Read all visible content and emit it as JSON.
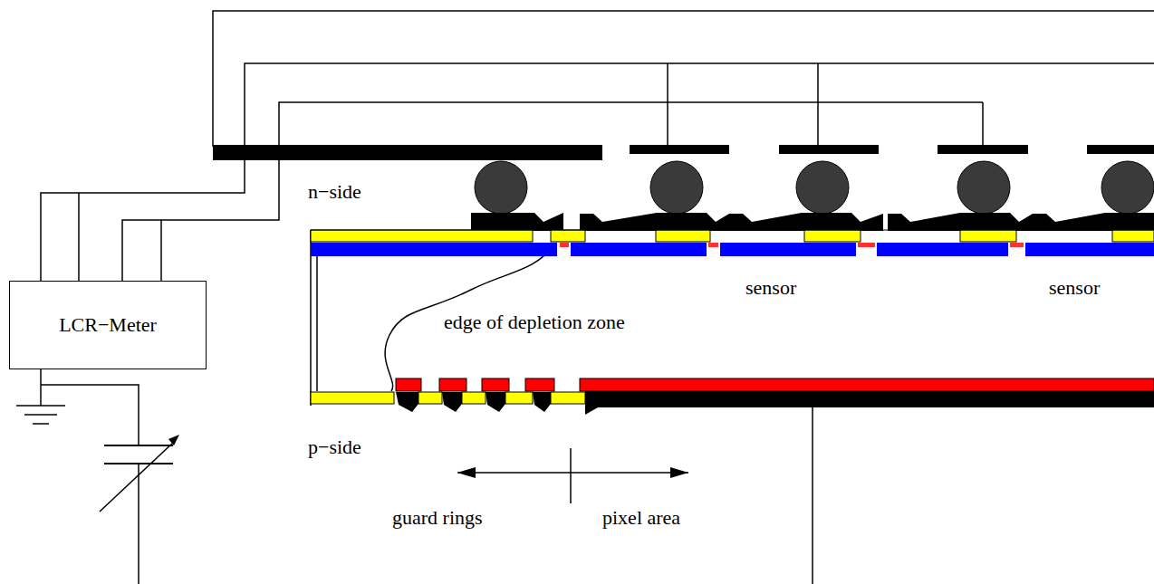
{
  "diagram": {
    "nodes": [
      {
        "text": [
          "LCR−Meter"
        ]
      }
    ],
    "labels": [
      "n−side",
      "sensor",
      "sensor",
      "edge of depletion zone",
      "p−side",
      "guard rings",
      "pixel area"
    ]
  }
}
